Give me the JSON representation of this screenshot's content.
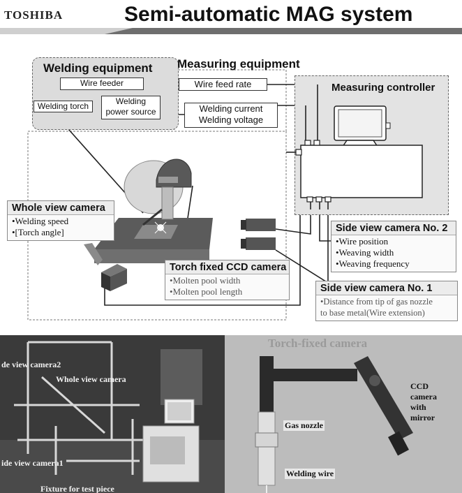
{
  "header": {
    "brand": "TOSHIBA",
    "title": "Semi-automatic MAG system"
  },
  "diagram": {
    "welding_equipment": {
      "title": "Welding equipment",
      "wire_feeder": "Wire feeder",
      "welding_torch": "Welding torch",
      "power_source_line1": "Welding",
      "power_source_line2": "power source"
    },
    "measuring_equipment": {
      "title": "Measuring  equipment",
      "wire_feed_rate": "Wire feed rate",
      "current": "Welding current",
      "voltage": "Welding voltage"
    },
    "measuring_controller": {
      "title": "Measuring controller"
    },
    "whole_view_camera": {
      "title": "Whole view camera",
      "items": [
        "•Welding speed",
        "•[Torch angle]"
      ]
    },
    "torch_ccd_camera": {
      "title": "Torch fixed CCD camera",
      "items": [
        "•Molten pool width",
        "•Molten pool length"
      ]
    },
    "side_camera_2": {
      "title": "Side view camera No. 2",
      "items": [
        "•Wire position",
        "•Weaving  width",
        "•Weaving frequency"
      ]
    },
    "side_camera_1": {
      "title": "Side view camera No. 1",
      "items": [
        "•Distance from tip of gas nozzle",
        "to base metal(Wire extension)"
      ]
    }
  },
  "photo_left": {
    "labels": {
      "side_cam2": "de view camera2",
      "whole_cam": "Whole view camera",
      "side_cam1": "ide view camera1",
      "fixture": "Fixture for test piece"
    }
  },
  "photo_right": {
    "labels": {
      "torch_fixed": "Torch-fixed camera",
      "ccd_line1": "CCD",
      "ccd_line2": "camera",
      "ccd_line3": "with",
      "ccd_line4": "mirror",
      "gas_nozzle": "Gas nozzle",
      "welding_wire": "Welding  wire"
    }
  },
  "colors": {
    "accent_band": "#6e6e6e",
    "group_fill": "#dcdcdc",
    "controller_fill": "#e3e3e3"
  }
}
